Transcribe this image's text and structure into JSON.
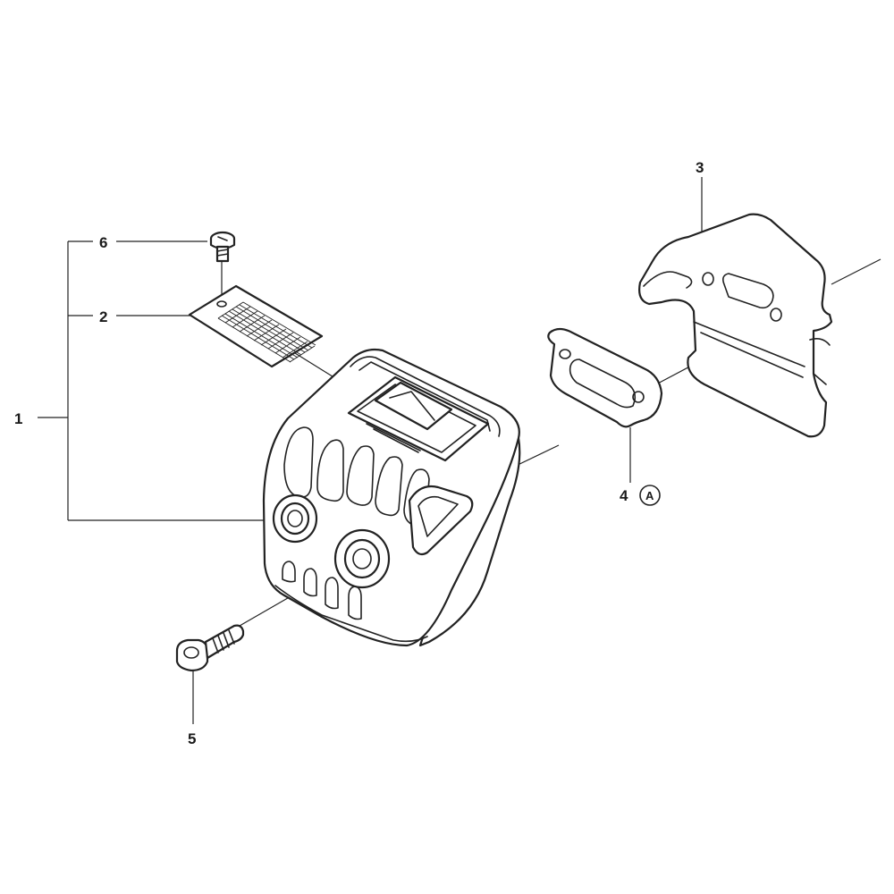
{
  "callouts": {
    "c1": "1",
    "c2": "2",
    "c3": "3",
    "c4": "4",
    "c4_marker": "A",
    "c5": "5",
    "c6": "6"
  },
  "colors": {
    "line": "#222222",
    "background": "#ffffff"
  }
}
